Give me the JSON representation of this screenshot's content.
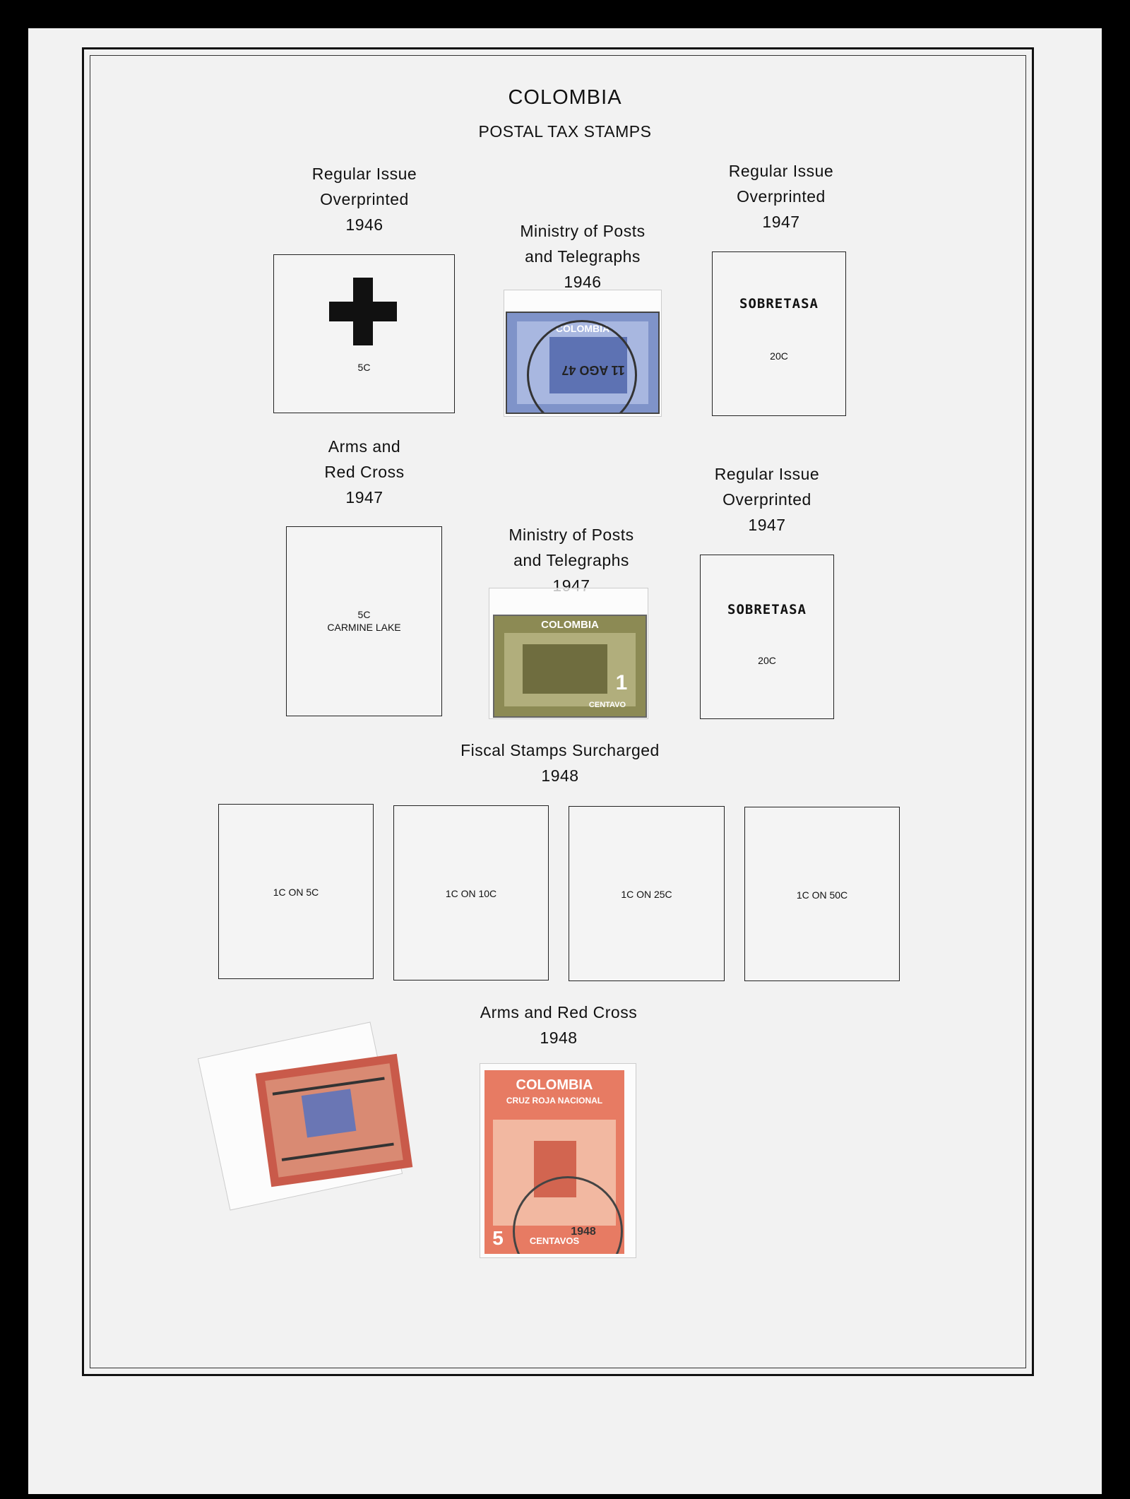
{
  "page": {
    "title": "COLOMBIA",
    "subtitle": "POSTAL TAX STAMPS"
  },
  "sections": {
    "regular_1946": {
      "line1": "Regular Issue",
      "line2": "Overprinted",
      "line3": "1946"
    },
    "ministry_1946": {
      "line1": "Ministry of Posts",
      "line2": "and Telegraphs",
      "line3": "1946"
    },
    "regular_1947_top": {
      "line1": "Regular Issue",
      "line2": "Overprinted",
      "line3": "1947"
    },
    "arms_1947": {
      "line1": "Arms and",
      "line2": "Red Cross",
      "line3": "1947"
    },
    "ministry_1947": {
      "line1": "Ministry of Posts",
      "line2": "and Telegraphs",
      "line3": "1947"
    },
    "regular_1947_mid": {
      "line1": "Regular Issue",
      "line2": "Overprinted",
      "line3": "1947"
    },
    "fiscal_1948": {
      "line1": "Fiscal Stamps Surcharged",
      "line2": "1948"
    },
    "arms_1948": {
      "line1": "Arms and Red Cross",
      "line2": "1948"
    }
  },
  "boxes": {
    "cross_5c": "5C",
    "sobretasa_top": {
      "overprint": "SOBRETASA",
      "value": "20C"
    },
    "carmine": "5C\nCARMINE LAKE",
    "sobretasa_mid": {
      "overprint": "SOBRETASA",
      "value": "20C"
    },
    "fiscal": [
      "1C ON 5C",
      "1C ON 10C",
      "1C ON 25C",
      "1C ON 50C"
    ]
  },
  "stamps": {
    "blue": {
      "country": "COLOMBIA",
      "postmark": "11 AGO 47",
      "color": "#7f93c9"
    },
    "olive": {
      "country": "COLOMBIA",
      "denomination": "1",
      "unit": "CENTAVO",
      "color": "#8c8a54"
    },
    "red_left": {
      "color": "#c95a4a"
    },
    "red_right": {
      "country": "COLOMBIA",
      "subtitle": "CRUZ ROJA NACIONAL",
      "denomination": "5",
      "unit": "CENTAVOS",
      "year": "1948",
      "color": "#e77b63"
    }
  }
}
